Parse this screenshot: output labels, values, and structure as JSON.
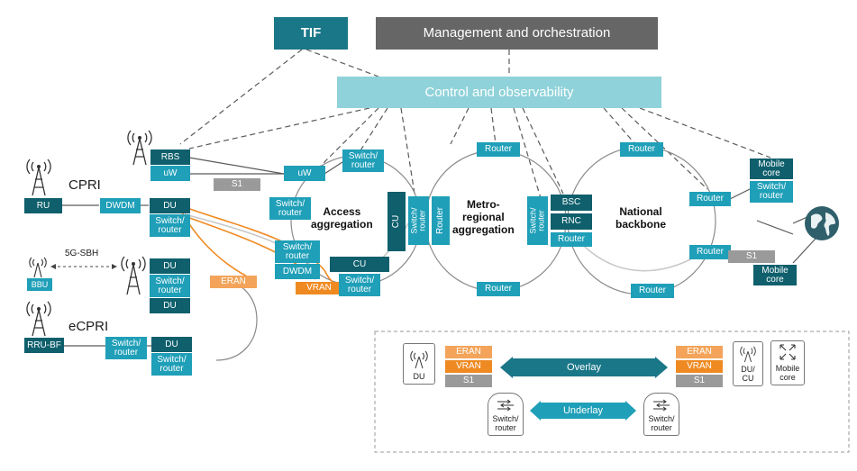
{
  "colors": {
    "teal": "#1f9fb8",
    "dark_teal": "#0f5f6c",
    "light_teal": "#8fd2d9",
    "eran_orange": "#f3a45a",
    "vran_orange": "#ef8a22",
    "s1_grey": "#9a9a9a",
    "mgmt_grey": "#666666"
  },
  "top": {
    "tif": "TIF",
    "management": "Management and orchestration",
    "control": "Control and observability"
  },
  "left": {
    "rbs": "RBS",
    "uw": "uW",
    "s1": "S1",
    "cpri": "CPRI",
    "ru": "RU",
    "dwdm": "DWDM",
    "du": "DU",
    "switch_router": "Switch/\nrouter",
    "fivegsbh": "5G-SBH",
    "bbu": "BBU",
    "eran": "ERAN",
    "ecpri": "eCPRI",
    "rru_bf": "RRU-BF"
  },
  "access": {
    "title": "Access\naggregation",
    "uw": "uW",
    "switch_router": "Switch/\nrouter",
    "dwdm": "DWDM",
    "vran": "VRAN",
    "cu": "CU"
  },
  "metro": {
    "title": "Metro-\nregional\naggregation",
    "router": "Router",
    "switch_router": "Switch/\nrouter",
    "bsc": "BSC",
    "rnc": "RNC"
  },
  "national": {
    "title": "National\nbackbone",
    "router": "Router",
    "s1": "S1",
    "mobile_core": "Mobile\ncore",
    "switch_router": "Switch/\nrouter"
  },
  "legend": {
    "du": "DU",
    "eran": "ERAN",
    "vran": "VRAN",
    "s1": "S1",
    "overlay": "Overlay",
    "underlay": "Underlay",
    "du_cu": "DU/\nCU",
    "mobile_core": "Mobile\ncore",
    "switch_router": "Switch/\nrouter"
  },
  "icons": [
    "cell-tower-icon",
    "globe-icon",
    "switch-router-icon",
    "expand-arrows-icon"
  ]
}
